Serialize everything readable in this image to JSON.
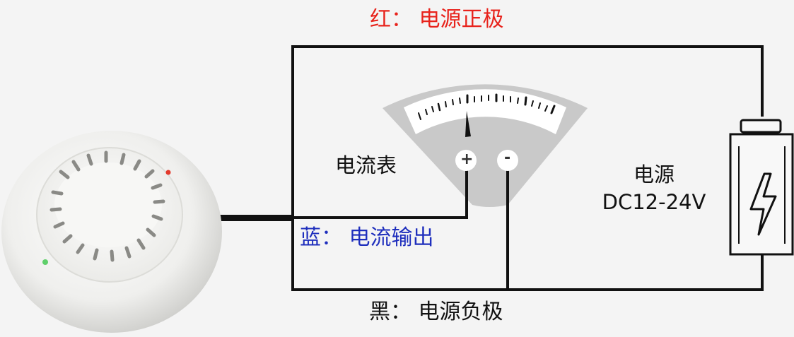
{
  "labels": {
    "red_wire": "红： 电源正极",
    "blue_wire": "蓝： 电流输出",
    "black_wire": "黑： 电源负极",
    "ammeter": "电流表",
    "power_supply_line1": "电源",
    "power_supply_line2": "DC12-24V",
    "terminal_plus": "+",
    "terminal_minus": "-"
  },
  "colors": {
    "red_label": "#e8231c",
    "blue_label": "#1f2fbd",
    "black_label": "#111111",
    "wire": "#111111",
    "meter_body": "#c9c9c9",
    "meter_face": "#ffffff",
    "sensor_body": "#f0f0ee",
    "led_red": "#e33a2c",
    "led_green": "#5fcf6a"
  },
  "icons": {
    "battery": "lightning-battery-icon",
    "sensor": "round-smoke-detector"
  }
}
